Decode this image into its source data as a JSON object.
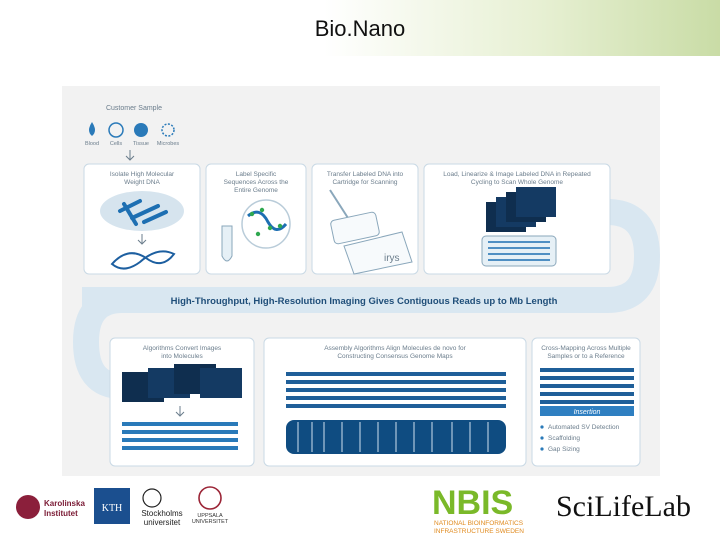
{
  "slide": {
    "title": "Bio.Nano"
  },
  "figure": {
    "customer_sample": "Customer Sample",
    "sample_types": [
      "Blood",
      "Cells",
      "Tissue",
      "Microbes"
    ],
    "steps_top": [
      {
        "lines": [
          "Isolate High Molecular",
          "Weight DNA"
        ]
      },
      {
        "lines": [
          "Label Specific",
          "Sequences Across the",
          "Entire Genome"
        ]
      },
      {
        "lines": [
          "Transfer Labeled DNA into",
          "Cartridge for Scanning"
        ]
      },
      {
        "lines": [
          "Load, Linearize & Image Labeled DNA in Repeated",
          "Cycling to Scan Whole Genome"
        ]
      }
    ],
    "device_label": "irys",
    "banner": "High-Throughput, High-Resolution Imaging Gives Contiguous Reads up to Mb Length",
    "steps_bottom": [
      {
        "lines": [
          "Algorithms Convert Images",
          "into Molecules"
        ]
      },
      {
        "lines": [
          "Assembly Algorithms Align Molecules de novo for",
          "Constructing Consensus Genome Maps"
        ]
      },
      {
        "lines": [
          "Cross-Mapping Across Multiple",
          "Samples or to a Reference"
        ]
      }
    ],
    "insertion_label": "Insertion",
    "bullets": [
      "Automated SV Detection",
      "Scaffolding",
      "Gap Sizing"
    ]
  },
  "logos": {
    "karolinska": [
      "Karolinska",
      "Institutet"
    ],
    "kth": "KTH",
    "stockholm": [
      "Stockholms",
      "universitet"
    ],
    "uppsala": [
      "UPPSALA",
      "UNIVERSITET"
    ],
    "nbis_main": "NBIS",
    "nbis_sub": [
      "NATIONAL BIOINFORMATICS",
      "INFRASTRUCTURE SWEDEN"
    ],
    "scilifelab": "SciLifeLab"
  },
  "colors": {
    "accent_blue": "#1f4e79",
    "panel_blue": "#d6e4ee",
    "loop_blue": "#dbe8f1",
    "nbis_green": "#7ab929"
  }
}
